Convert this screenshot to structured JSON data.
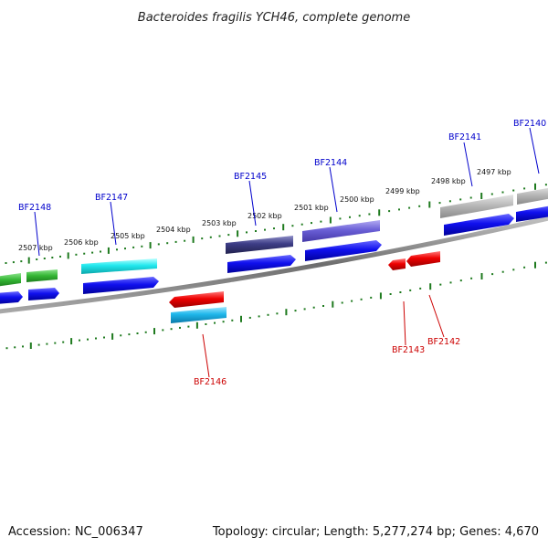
{
  "title": "Bacteroides fragilis YCH46, complete genome",
  "footer": {
    "accession": "Accession: NC_006347",
    "summary": "Topology: circular; Length: 5,277,274 bp; Genes: 4,670"
  },
  "kbp_labels": [
    "2507 kbp",
    "2506 kbp",
    "2505 kbp",
    "2504 kbp",
    "2503 kbp",
    "2502 kbp",
    "2501 kbp",
    "2500 kbp",
    "2499 kbp",
    "2498 kbp",
    "2497 kbp"
  ],
  "gene_labels": {
    "bf2148": "BF2148",
    "bf2147": "BF2147",
    "bf2146": "BF2146",
    "bf2145": "BF2145",
    "bf2144": "BF2144",
    "bf2143": "BF2143",
    "bf2142": "BF2142",
    "bf2141": "BF2141",
    "bf2140": "BF2140"
  },
  "colors": {
    "forward_label": "#0000cc",
    "reverse_label": "#cc0000",
    "tick": "#1e7a1e",
    "genome_line": "#7a7a7a",
    "cds_forward": "#0000ee",
    "cds_reverse": "#ee0000"
  }
}
